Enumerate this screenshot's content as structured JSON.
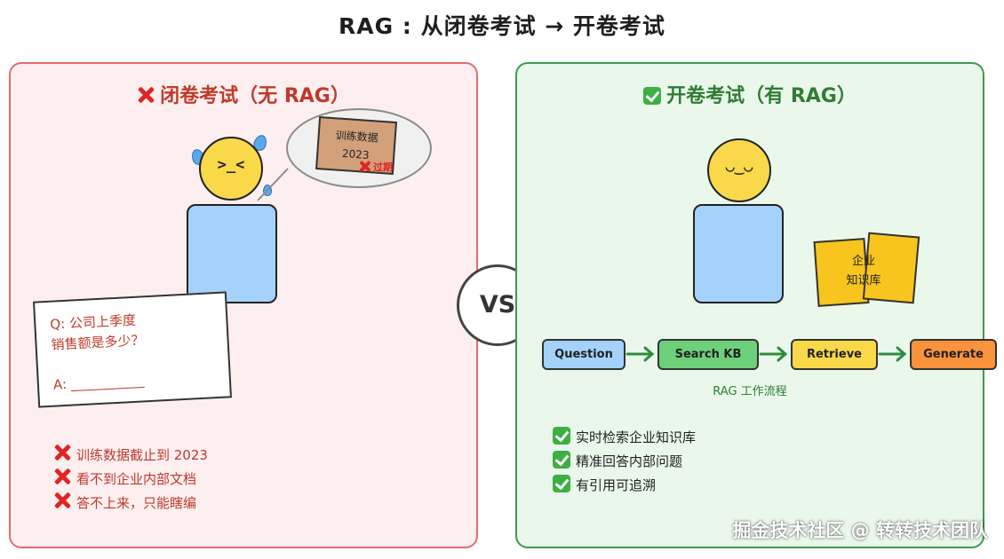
{
  "title": "RAG : 从闭卷考试 → 开卷考试",
  "left": {
    "heading": "闭卷考试（无 RAG）",
    "face": ">_<",
    "box_line1": "训练数据",
    "box_line2": "2023",
    "expired": "过期",
    "question_line1": "Q: 公司上季度",
    "question_line2": "销售额是多少？",
    "answer": "A: ___________",
    "items": [
      "训练数据截止到 2023",
      "看不到企业内部文档",
      "答不上来，只能瞎编"
    ],
    "accent": "#e02424",
    "panel_bg": "#fdeff0"
  },
  "vs": "VS",
  "right": {
    "heading": "开卷考试（有 RAG）",
    "face": "◡‿◡",
    "kb_line1": "企业",
    "kb_line2": "知识库",
    "flow": [
      "Question",
      "Search KB",
      "Retrieve",
      "Generate"
    ],
    "flow_colors": [
      "#a5d2fb",
      "#6dd07a",
      "#f9d949",
      "#fb923c"
    ],
    "flow_caption": "RAG 工作流程",
    "items": [
      "实时检索企业知识库",
      "精准回答内部问题",
      "有引用可追溯"
    ],
    "accent": "#3cb043",
    "panel_bg": "#eaf8ec"
  },
  "watermark": "掘金技术社区 @ 转转技术团队"
}
